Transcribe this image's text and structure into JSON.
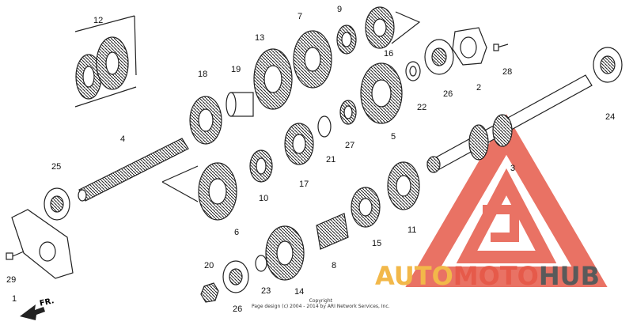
{
  "diagram": {
    "part_numbers": [
      "1",
      "2",
      "3",
      "4",
      "5",
      "6",
      "7",
      "8",
      "9",
      "10",
      "11",
      "12",
      "13",
      "14",
      "15",
      "16",
      "17",
      "18",
      "19",
      "20",
      "21",
      "22",
      "23",
      "24",
      "25",
      "26",
      "26",
      "27",
      "28",
      "29"
    ],
    "copyright": [
      "Copyright",
      "Page design (c) 2004 - 2014 by ARI Network Services, Inc."
    ],
    "direction_label": "FR.",
    "colors": {
      "line": "#222222",
      "logo_red": "#e65a4a",
      "logo_gold": "#f2b84a",
      "logo_gray": "#5a5a5a"
    }
  },
  "watermark": {
    "part1": "AUTO",
    "part2": "MOTO",
    "part3": "HUB",
    "icon": "triangle-logo-icon"
  }
}
